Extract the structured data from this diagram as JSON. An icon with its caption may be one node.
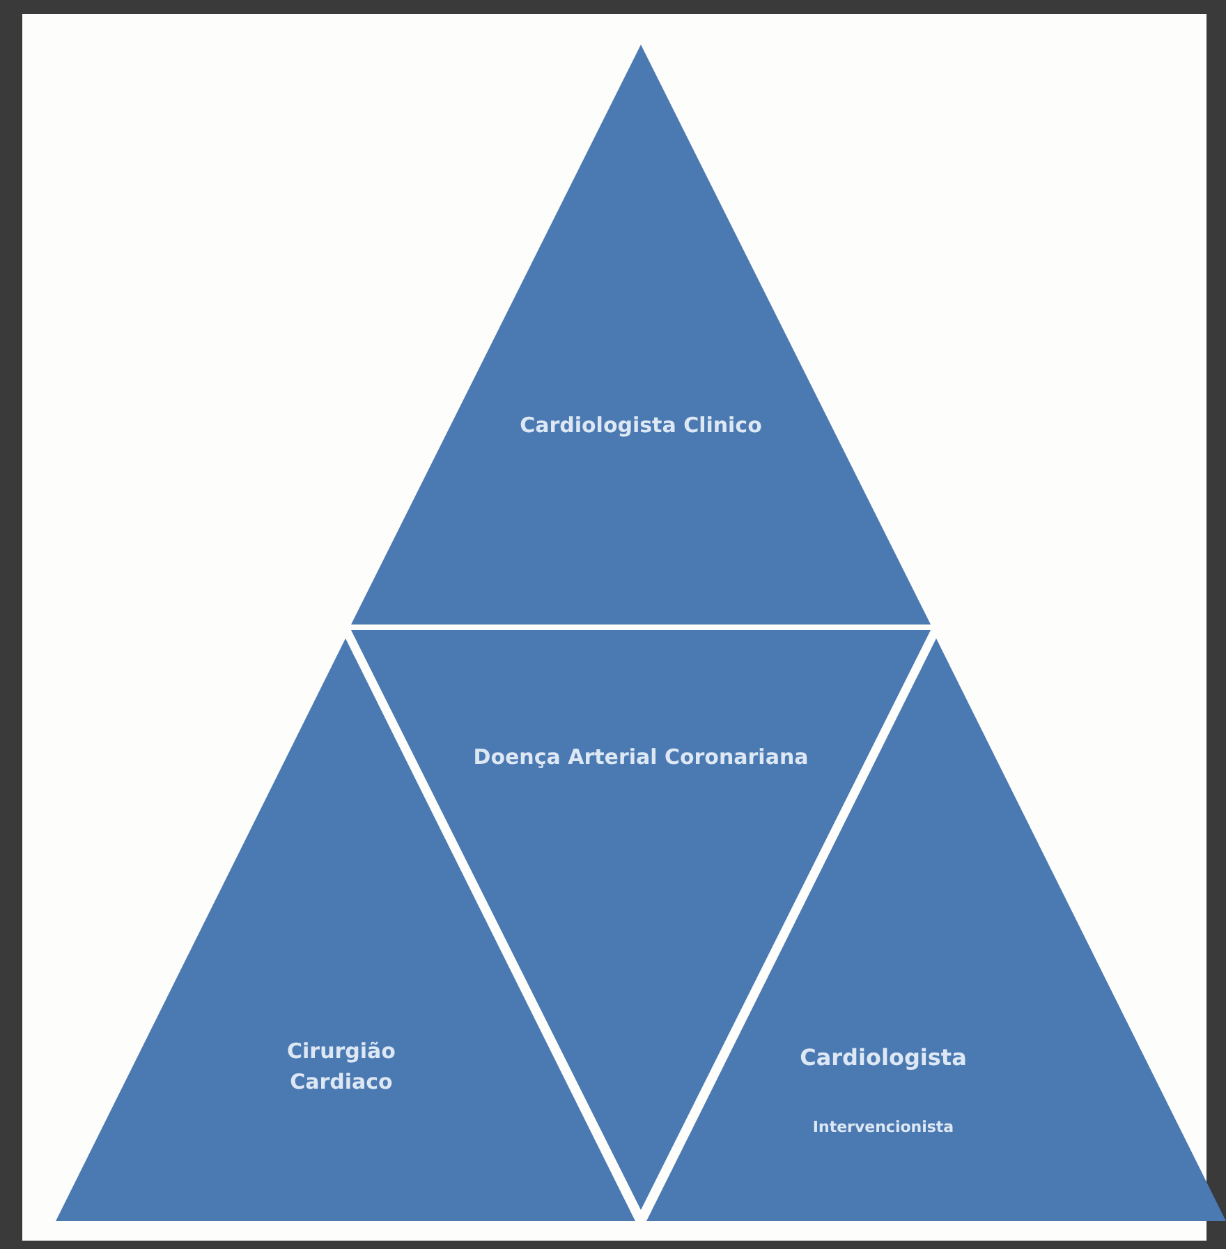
{
  "diagram": {
    "nodes": [
      {
        "text": [
          "Cardiologista Clinico"
        ]
      },
      {
        "text": [
          "Doença Arterial Coronariana"
        ]
      },
      {
        "text": [
          "Cirurgião Cardiaco"
        ]
      },
      {
        "text": [
          "Cardiologista",
          "Intervencionista"
        ]
      }
    ],
    "edges": []
  }
}
